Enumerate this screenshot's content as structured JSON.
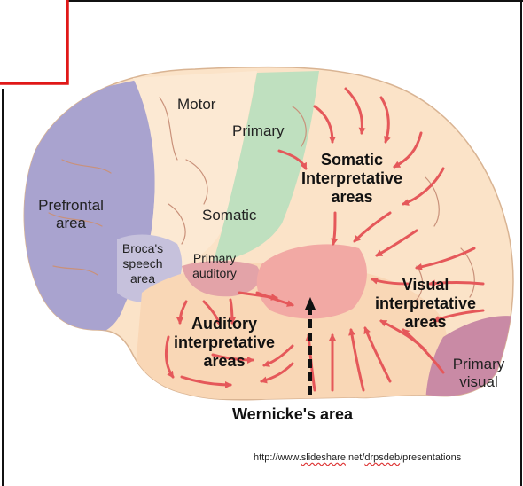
{
  "labels": {
    "motor": "Motor",
    "primary_top": "Primary",
    "somatic_interp": [
      "Somatic",
      "Interpretative",
      "areas"
    ],
    "prefrontal": [
      "Prefrontal",
      "area"
    ],
    "somatic": "Somatic",
    "broca": [
      "Broca's",
      "speech",
      "area"
    ],
    "primary_auditory": [
      "Primary",
      "auditory"
    ],
    "visual_interp": [
      "Visual",
      "interpretative",
      "areas"
    ],
    "auditory_interp": [
      "Auditory",
      "interpretative",
      "areas"
    ],
    "primary_visual": [
      "Primary",
      "visual"
    ],
    "wernicke": "Wernicke's area"
  },
  "source": {
    "prefix": "http://www.",
    "domain": "slideshare",
    "mid": ".net/",
    "user": "drpsdeb",
    "suffix": "/presentations"
  },
  "colors": {
    "brain_base": "#fbe3c8",
    "prefrontal": "#a9a3cf",
    "motor": "#fce9d3",
    "somatic_strip": "#bfe0bf",
    "temporal": "#f9d7b6",
    "wernicke": "#f2a9a4",
    "primary_visual": "#c98aa5",
    "broca": "#c6c1dc",
    "arrows": "#e5585a",
    "highlight_box": "#e01818"
  }
}
